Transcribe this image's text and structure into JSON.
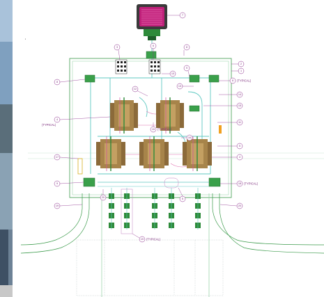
{
  "callouts": [
    {
      "number": "7"
    },
    {
      "number": "3"
    },
    {
      "number": "6"
    },
    {
      "number": "8"
    },
    {
      "number": "2"
    },
    {
      "number": "1"
    },
    {
      "number": "8",
      "note": "(TYPICAL)"
    },
    {
      "number": "8"
    },
    {
      "number": "9"
    },
    {
      "number": "10"
    },
    {
      "number": "12"
    },
    {
      "number": "13"
    },
    {
      "number": "14"
    },
    {
      "number": "15"
    },
    {
      "number": "4",
      "note": "(TYPICAL)"
    },
    {
      "number": "15",
      "note": "(TYPICAL)"
    },
    {
      "number": "16"
    },
    {
      "number": "11"
    },
    {
      "number": "5"
    },
    {
      "number": "17"
    },
    {
      "number": "4"
    },
    {
      "number": "9"
    },
    {
      "number": "18",
      "note": "(TYPICAL)"
    },
    {
      "number": "19"
    },
    {
      "number": "20"
    },
    {
      "number": "5"
    },
    {
      "number": "19",
      "note": "(TYPICAL)"
    },
    {
      "number": "20"
    }
  ],
  "colors": {
    "outline_green": "#3a9a4a",
    "pipe_cyan": "#5fc9c2",
    "callout_magenta": "#8a2a8a",
    "panel_magenta": "#c0207a",
    "device_green": "#2e8b3a",
    "device_brown": "#8b6a3a",
    "photo_blue": "#4a6a8a"
  }
}
